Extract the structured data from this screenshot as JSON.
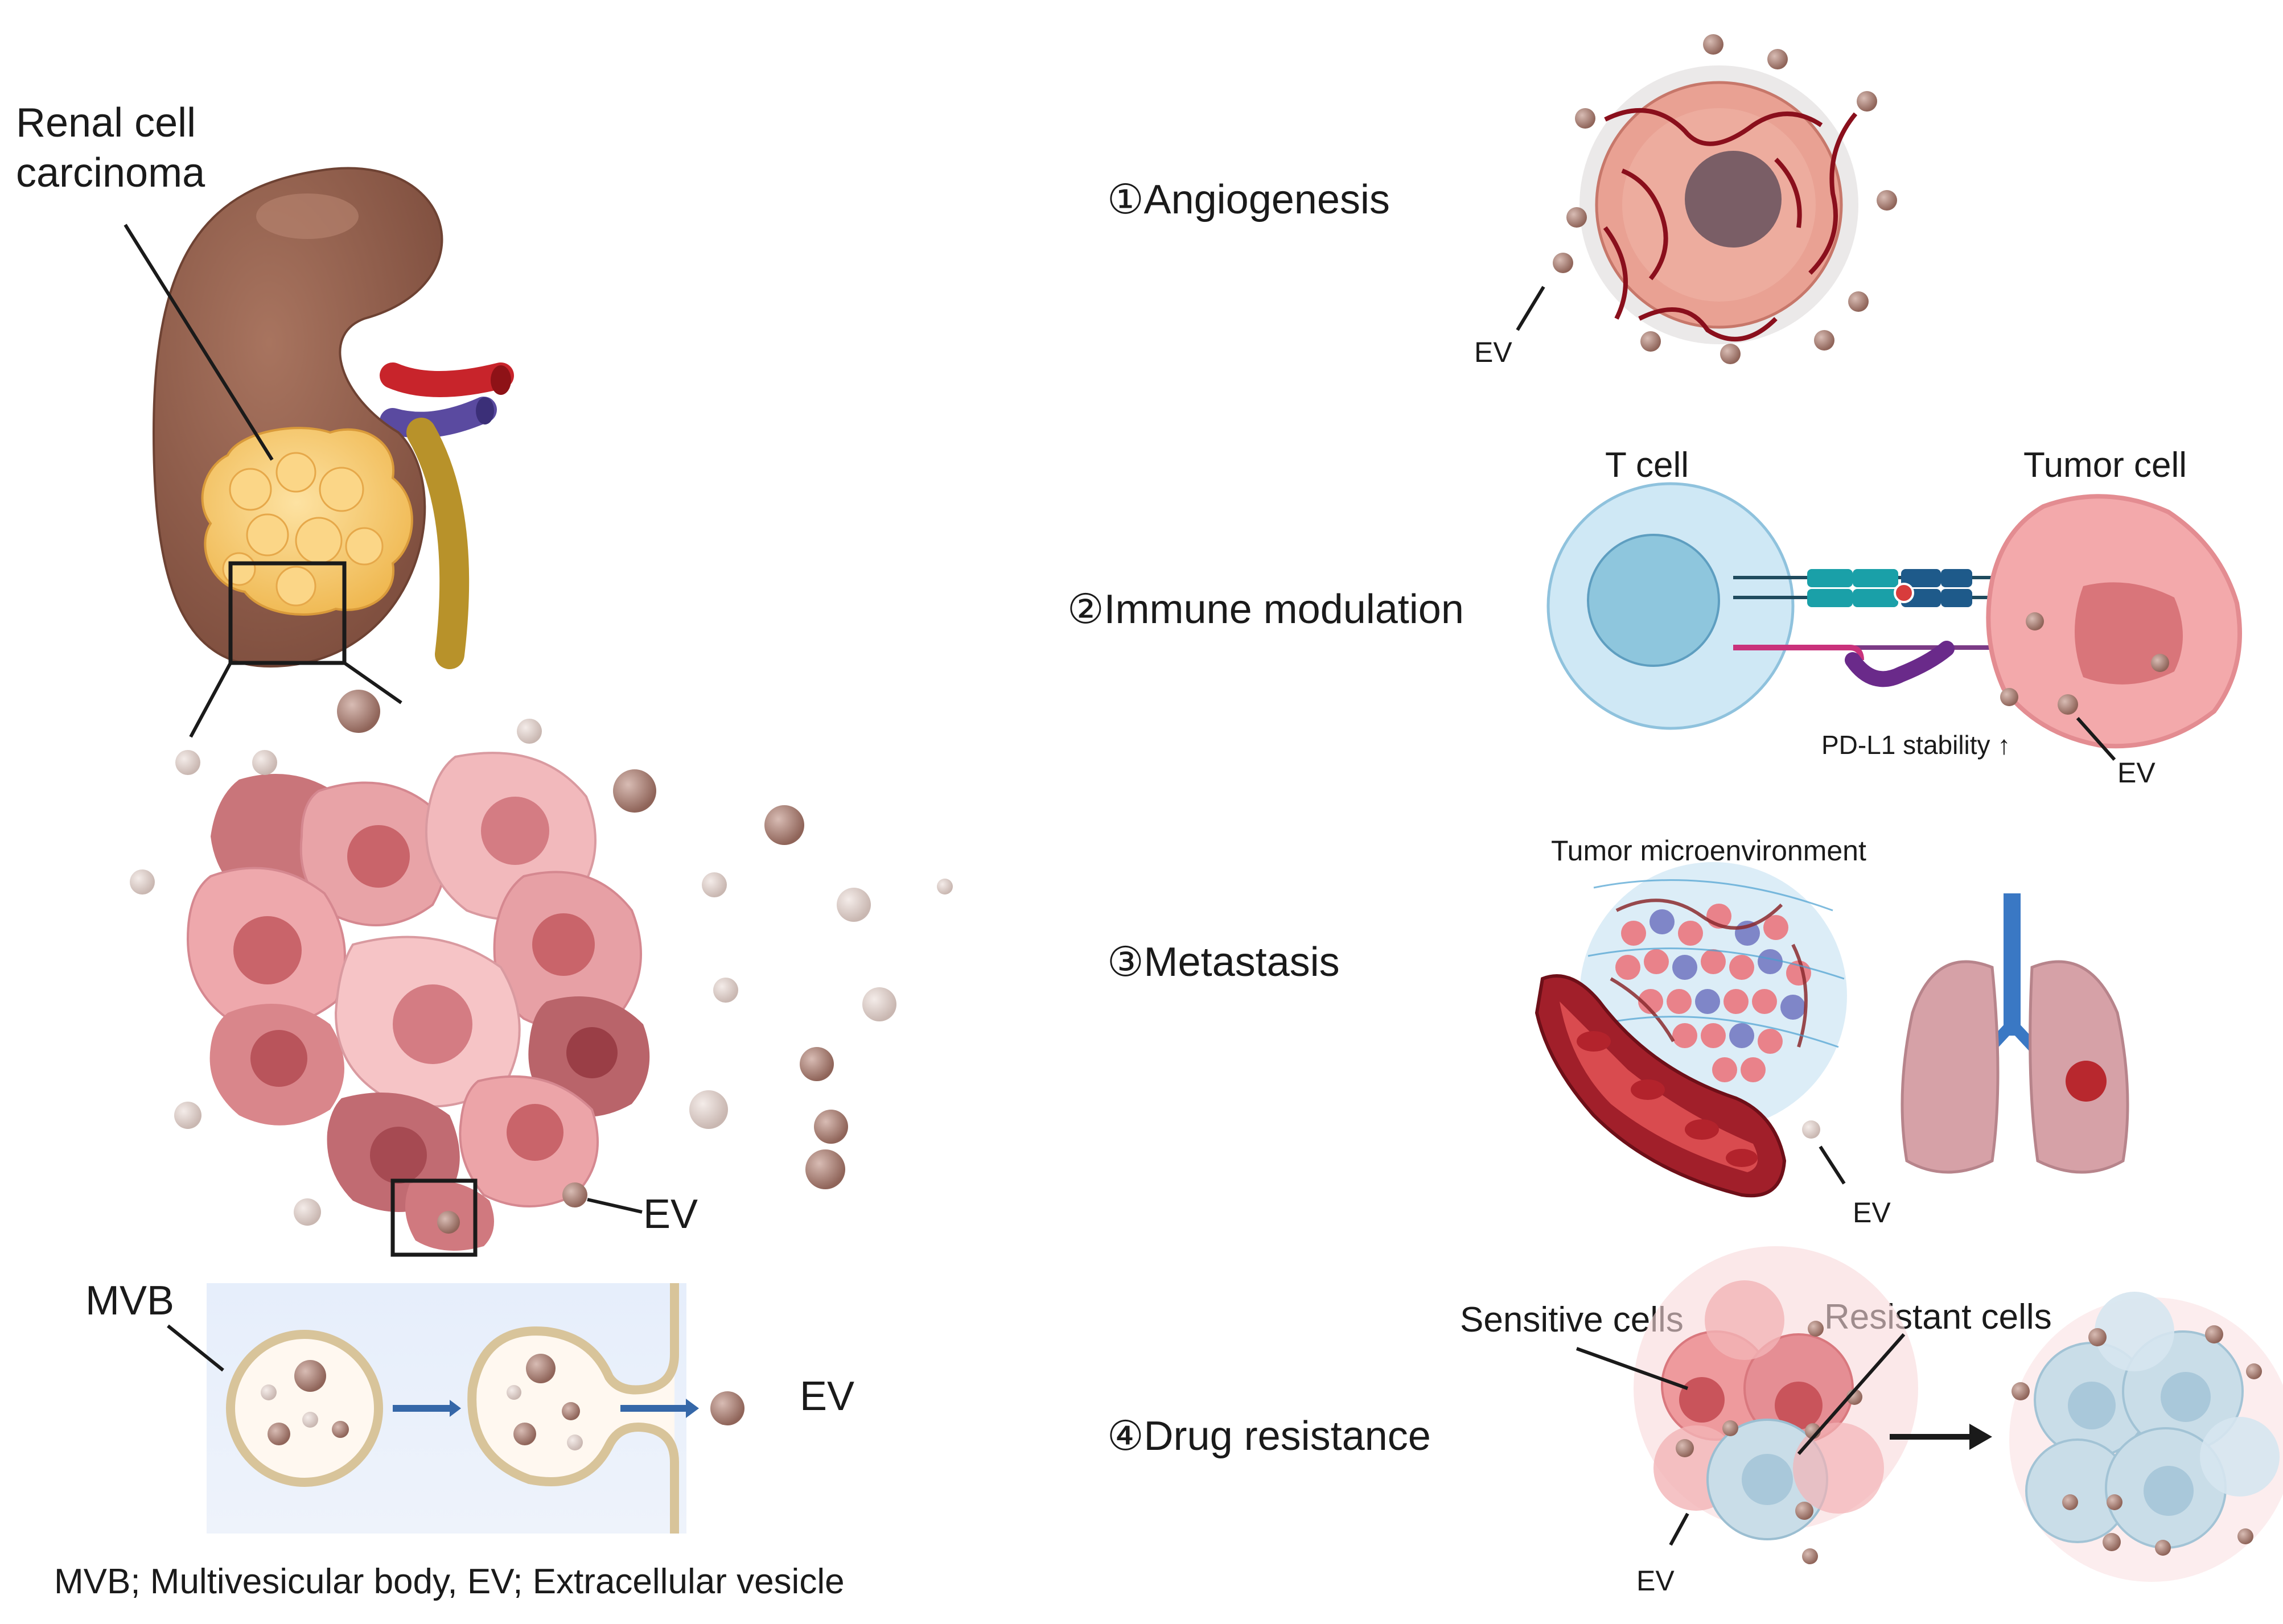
{
  "kidney_panel": {
    "label": "Renal cell carcinoma",
    "label_lines": [
      "Renal cell",
      "carcinoma"
    ],
    "ev_label": "EV"
  },
  "mvb_panel": {
    "mvb_label": "MVB",
    "ev_label": "EV"
  },
  "caption": "MVB; Multivesicular body, EV; Extracellular vesicle",
  "functions": [
    {
      "number": "①",
      "title": "Angiogenesis"
    },
    {
      "number": "②",
      "title": "Immune modulation"
    },
    {
      "number": "③",
      "title": "Metastasis"
    },
    {
      "number": "④",
      "title": "Drug resistance"
    }
  ],
  "angiogenesis": {
    "ev_label": "EV"
  },
  "immune": {
    "t_cell_label": "T cell",
    "tumor_cell_label": "Tumor cell",
    "pdl1_label": "PD-L1 stability ↑",
    "ev_label": "EV"
  },
  "metastasis": {
    "tme_label": "Tumor microenvironment",
    "ev_label": "EV"
  },
  "drug_resistance": {
    "sensitive_label": "Sensitive cells",
    "resistant_label": "Resistant cells",
    "ev_label": "EV"
  },
  "colors": {
    "kidney": "#8c5a48",
    "tumor_fat": "#f4c56c",
    "artery": "#c8242b",
    "vein": "#5a4aa0",
    "ureter": "#b8922a",
    "cancer_cell": "#e79a9c",
    "cancer_nucleus": "#c9646a",
    "ev": "#9a7065",
    "mvb_bg": "#e8eef9",
    "t_cell": "#cfe8f5",
    "resistant_cell": "#c9dde8"
  }
}
